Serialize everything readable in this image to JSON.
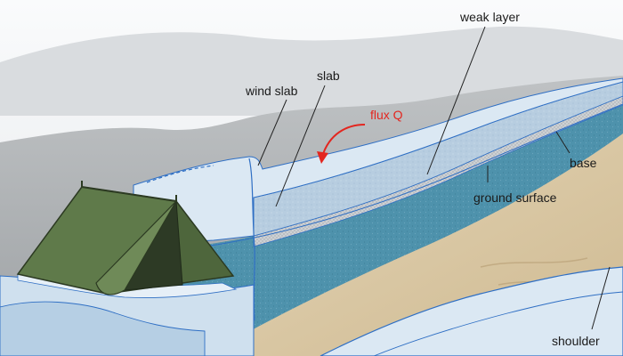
{
  "labels": {
    "weak_layer": "weak layer",
    "slab": "slab",
    "wind_slab": "wind slab",
    "flux": "flux Q",
    "base": "base",
    "ground_surface": "ground surface",
    "shoulder": "shoulder"
  },
  "colors": {
    "sky_top": "#ffffff",
    "mountain_gray": "#a9acae",
    "ground_sand": "#d9c7a4",
    "base_teal": "#4f93ad",
    "weak_gray": "#c8ccd0",
    "slab_blue": "#b8cfe0",
    "wind_slab_blue": "#dce9f4",
    "snow_outline": "#2f6fc4",
    "tent_green": "#586f45",
    "tent_dark": "#2c3a22",
    "flux_red": "#e3261f"
  },
  "icons": {
    "tent": "tent-icon",
    "flux_arrow": "curved-arrow-icon"
  }
}
